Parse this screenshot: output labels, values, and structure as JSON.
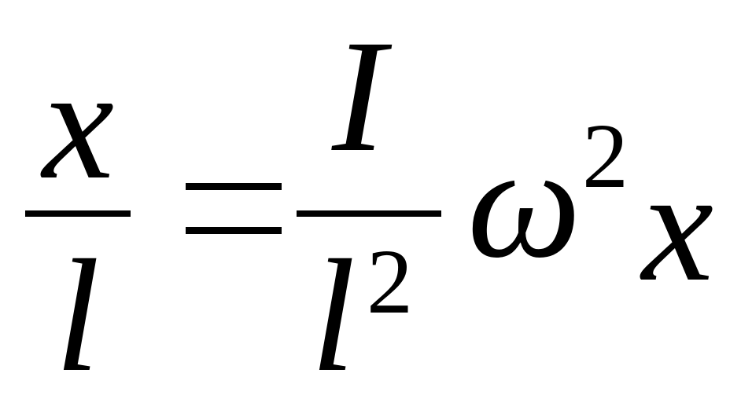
{
  "equation": {
    "lhs": {
      "numerator": "x",
      "denominator": "l"
    },
    "equals": "=",
    "rhs": {
      "fraction": {
        "numerator": "I",
        "denominator_base": "l",
        "denominator_exponent": "2"
      },
      "omega_base": "ω",
      "omega_exponent": "2",
      "trailing_variable": "x"
    }
  }
}
